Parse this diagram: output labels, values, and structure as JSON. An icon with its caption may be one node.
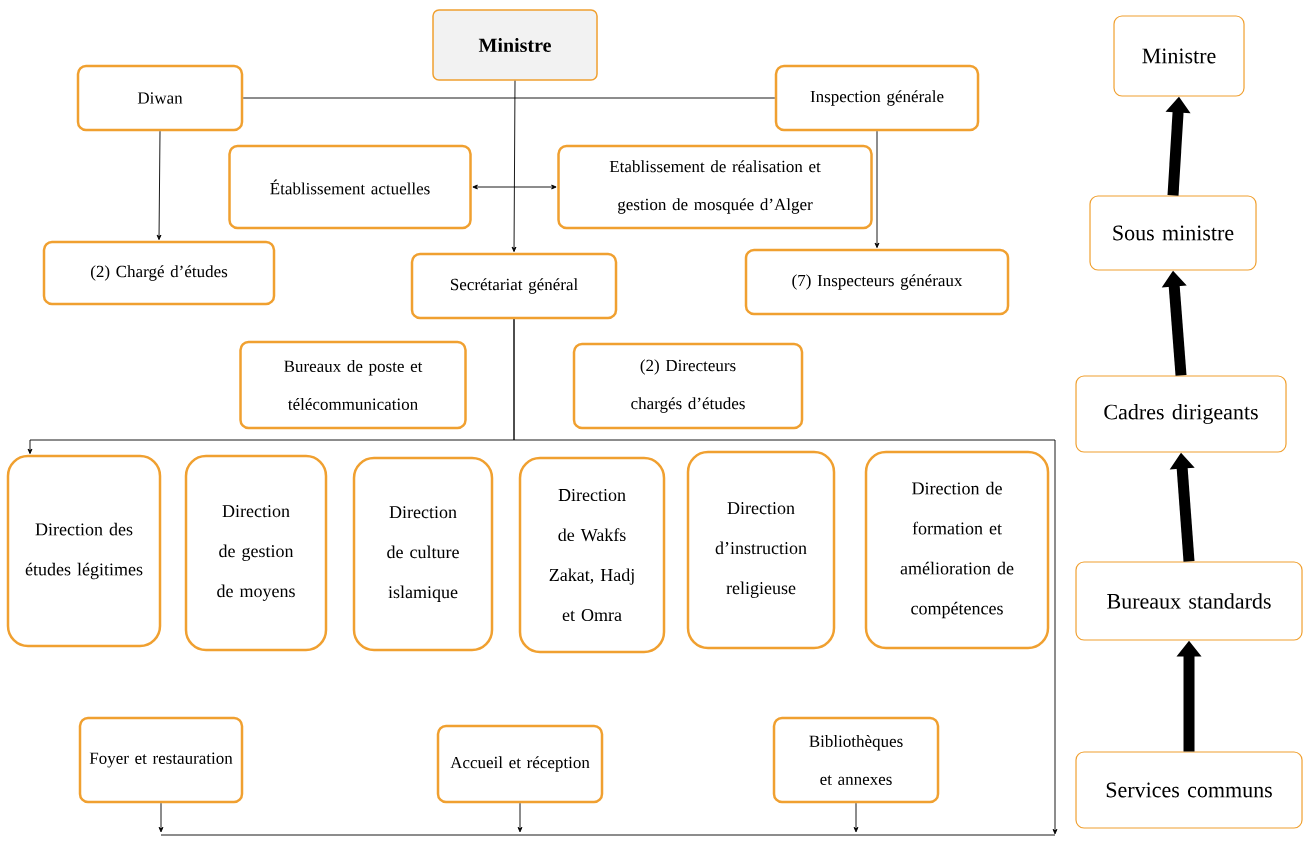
{
  "diagram": {
    "nodes": [
      {
        "text": [
          "Ministre"
        ]
      },
      {
        "text": [
          "Diwan"
        ]
      },
      {
        "text": [
          "Inspection générale"
        ]
      },
      {
        "text": [
          "Établissement actuelles"
        ]
      },
      {
        "text": [
          "Etablissement de réalisation et gestion de mosquée d’Alger"
        ]
      },
      {
        "text": [
          "(2) Chargé d’études"
        ]
      },
      {
        "text": [
          "Secrétariat général"
        ]
      },
      {
        "text": [
          "(7) Inspecteurs généraux"
        ]
      },
      {
        "text": [
          "Bureaux de poste et télécommunication"
        ]
      },
      {
        "text": [
          "(2) Directeurs chargés d’études"
        ]
      },
      {
        "text": [
          "Direction des études légitimes"
        ]
      },
      {
        "text": [
          "Direction de gestion de moyens"
        ]
      },
      {
        "text": [
          "Direction de culture islamique"
        ]
      },
      {
        "text": [
          "Direction de Wakfs Zakat, Hadj et Omra"
        ]
      },
      {
        "text": [
          "Direction d’instruction religieuse"
        ]
      },
      {
        "text": [
          "Direction de formation et amélioration de compétences"
        ]
      },
      {
        "text": [
          "Foyer et restauration"
        ]
      },
      {
        "text": [
          "Accueil et réception"
        ]
      },
      {
        "text": [
          "Bibliothèques et annexes"
        ]
      },
      {
        "text": [
          "Ministre"
        ]
      },
      {
        "text": [
          "Sous ministre"
        ]
      },
      {
        "text": [
          "Cadres dirigeants"
        ]
      },
      {
        "text": [
          "Bureaux standards"
        ]
      },
      {
        "text": [
          "Services communs"
        ]
      }
    ],
    "edges": [
      {
        "from": 1,
        "to": 2,
        "arrow": "none"
      },
      {
        "from": 0,
        "to": 6,
        "arrow": "to"
      },
      {
        "from": 3,
        "to": 4,
        "arrow": "both"
      },
      {
        "from": 1,
        "to": 5,
        "arrow": "to"
      },
      {
        "from": 2,
        "to": 7,
        "arrow": "to"
      },
      {
        "from": 6,
        "to": 10,
        "arrow": "to"
      },
      {
        "from": 6,
        "to": null,
        "arrow": "to"
      },
      {
        "from": 16,
        "to": null,
        "arrow": "to"
      },
      {
        "from": 17,
        "to": null,
        "arrow": "to"
      },
      {
        "from": 18,
        "to": null,
        "arrow": "to"
      },
      {
        "from": 23,
        "to": 22,
        "arrow": "to",
        "style": "thick"
      },
      {
        "from": 22,
        "to": 21,
        "arrow": "to",
        "style": "thick"
      },
      {
        "from": 21,
        "to": 20,
        "arrow": "to",
        "style": "thick"
      },
      {
        "from": 20,
        "to": 19,
        "arrow": "to",
        "style": "thick"
      }
    ]
  }
}
